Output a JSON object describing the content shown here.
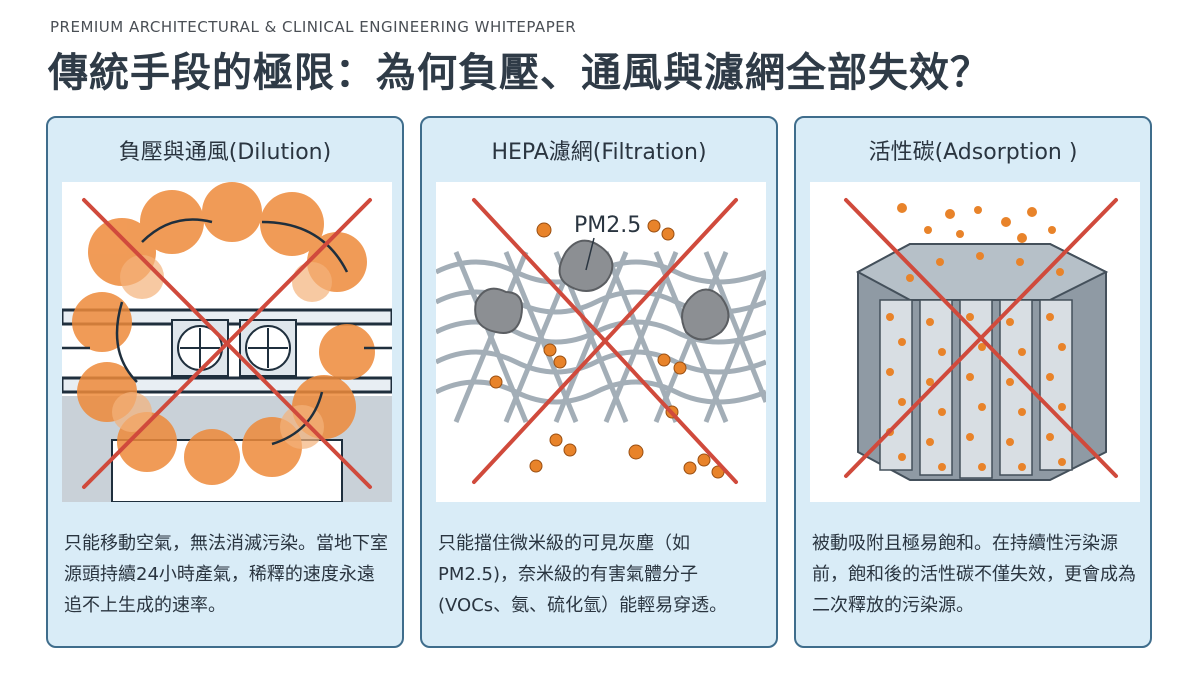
{
  "header": {
    "kicker": "PREMIUM ARCHITECTURAL & CLINICAL ENGINEERING WHITEPAPER",
    "title": "傳統手段的極限：為何負壓、通風與濾網全部失效？"
  },
  "panels": [
    {
      "heading": "負壓與通風(Dilution)",
      "text": "只能移動空氣，無法消滅污染。當地下室源頭持續24小時產氣，稀釋的速度永遠追不上生成的速率。"
    },
    {
      "heading": "HEPA濾網(Filtration)",
      "image_label": "PM2.5",
      "text": "只能擋住微米級的可見灰塵（如PM2.5)，奈米級的有害氣體分子(VOCs、氨、硫化氫）能輕易穿透。"
    },
    {
      "heading": "活性碳(Adsorption )",
      "text": "被動吸附且極易飽和。在持續性污染源前，飽和後的活性碳不僅失效，更會成為二次釋放的污染源。"
    }
  ],
  "colors": {
    "panel_bg": "#d9ecf7",
    "panel_border": "#3f6d8c",
    "cross": "#d04a3c",
    "orange": "#e8832a"
  }
}
